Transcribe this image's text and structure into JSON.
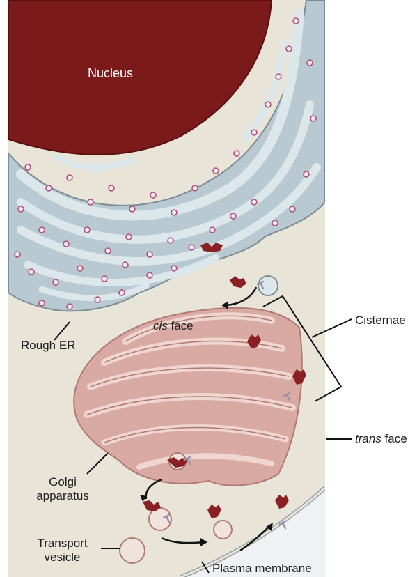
{
  "labels": {
    "nucleus": "Nucleus",
    "rough_er": "Rough ER",
    "cis_italic": "cis",
    "cis_rest": " face",
    "cisternae": "Cisternae",
    "trans_italic": "trans",
    "trans_rest": " face",
    "golgi_line1": "Golgi",
    "golgi_line2": "apparatus",
    "transport_line1": "Transport",
    "transport_line2": "vesicle",
    "plasma_membrane": "Plasma membrane"
  },
  "colors": {
    "nucleus": "#7a1a1a",
    "er_fill": "#b9c9d1",
    "er_lumen": "#dce7ec",
    "er_stroke": "#7b8c95",
    "ribosome_stroke": "#b0507a",
    "cytoplasm": "#e9e4d8",
    "golgi_fill": "#d9aaa3",
    "golgi_lumen": "#efd6cf",
    "golgi_stroke": "#b07a72",
    "protein": "#8a1f24",
    "cargo": "#9a8fb0",
    "membrane": "#9c9c9c"
  }
}
